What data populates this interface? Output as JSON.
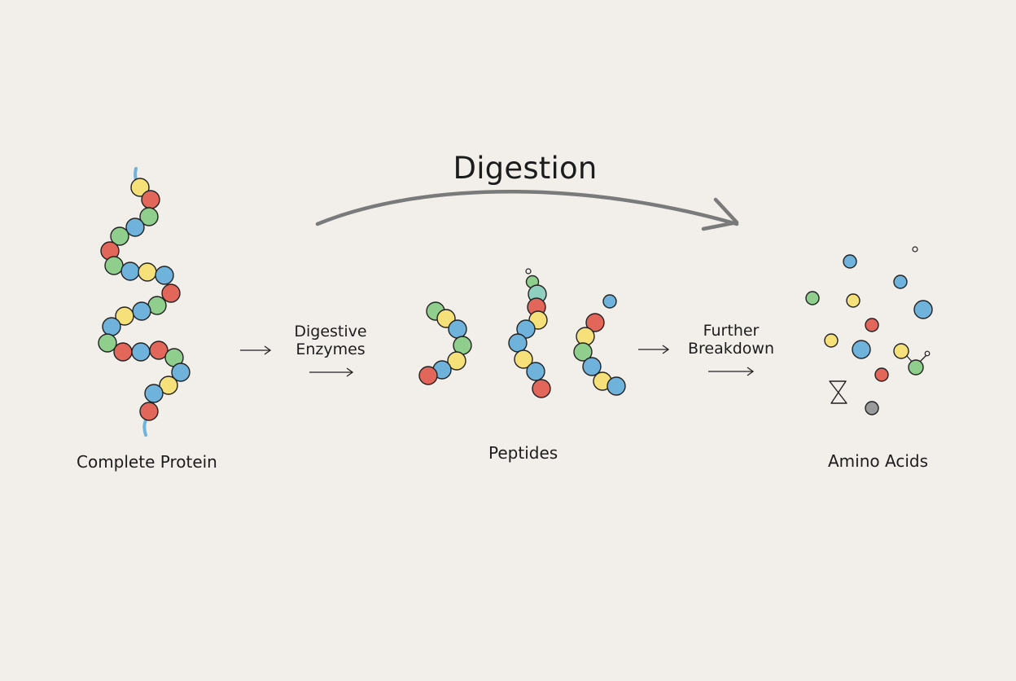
{
  "title": "Digestion",
  "stages": {
    "protein": "Complete Protein",
    "peptides": "Peptides",
    "amino_acids": "Amino Acids"
  },
  "steps": {
    "enzymes": [
      "Digestive",
      "Enzymes"
    ],
    "breakdown": [
      "Further",
      "Breakdown"
    ]
  },
  "colors": {
    "background": "#f2efea",
    "yellow": "#f6e07a",
    "red": "#e3665a",
    "green": "#8fce8c",
    "blue": "#6fb3dc",
    "teal": "#8fcfbf",
    "gray": "#9a9a9a",
    "strand": "#6fb3dc",
    "curve": "#7a7a7a",
    "outline": "#222222"
  }
}
